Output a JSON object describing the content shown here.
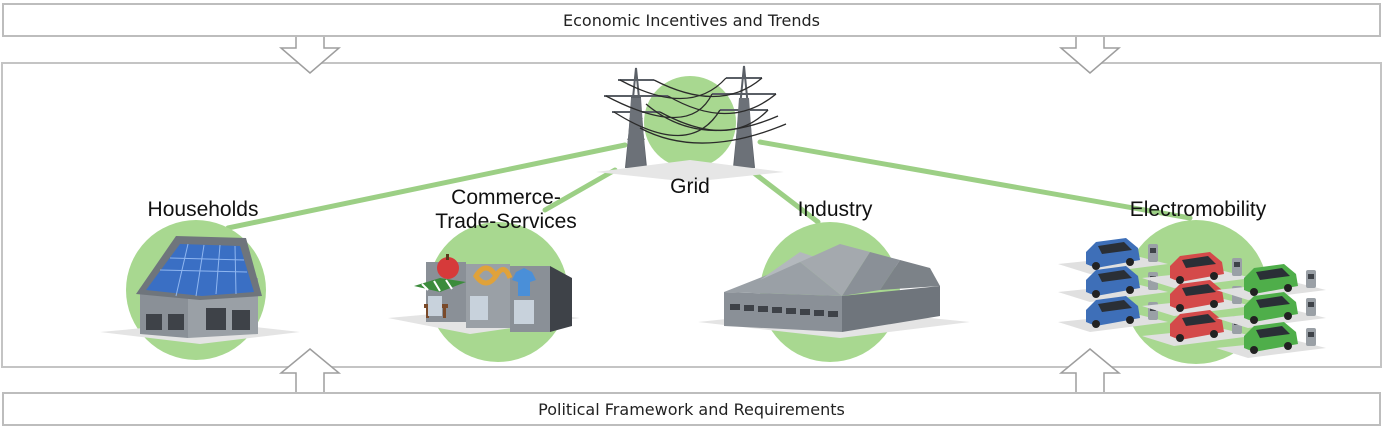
{
  "top_banner": {
    "text": "Economic Incentives and Trends"
  },
  "bottom_banner": {
    "text": "Political Framework and Requirements"
  },
  "hub": {
    "label": "Grid"
  },
  "sectors": [
    {
      "label": "Households"
    },
    {
      "label_line1": "Commerce-",
      "label_line2": "Trade-Services"
    },
    {
      "label": "Industry"
    },
    {
      "label": "Electromobility"
    }
  ],
  "colors": {
    "connector_green": "#9ccf85",
    "circle_green": "#a8d890",
    "banner_border": "#bdbdbd",
    "frame_border": "#c4c4c4",
    "solar_blue": "#3a6fc4",
    "car_blue": "#3e6fb8",
    "car_red": "#d44a4a",
    "car_green": "#4fae4a"
  }
}
